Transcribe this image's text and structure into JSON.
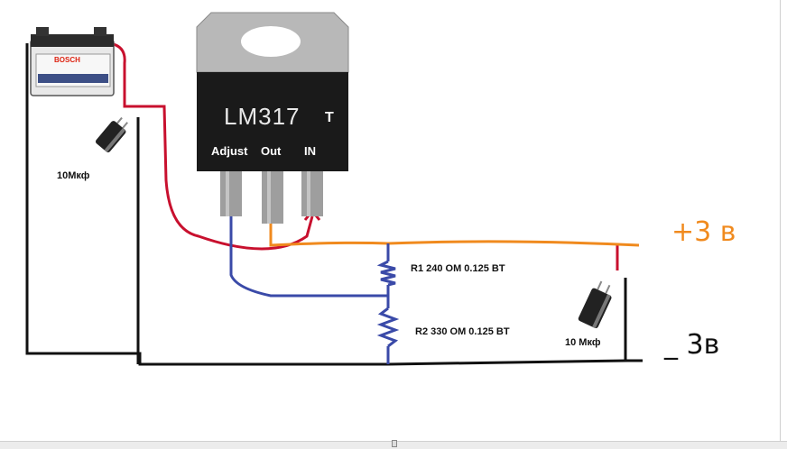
{
  "regulator": {
    "name": "LM317",
    "suffix": "T",
    "pins": [
      "Adjust",
      "Out",
      "IN"
    ]
  },
  "battery": {
    "brand": "BOSCH"
  },
  "capacitors": {
    "input": "10Мкф",
    "output": "10 Мкф"
  },
  "resistors": {
    "r1": "R1 240 OM 0.125 BT",
    "r2": "R2 330 OM  0.125 BT"
  },
  "terminals": {
    "plus": "+3 в",
    "minus": "_ 3в"
  },
  "colors": {
    "red_wire": "#c8102e",
    "orange_wire": "#f08a1e",
    "blue_wire": "#3a4aa8",
    "black_wire": "#111111",
    "chip_body": "#1a1a1a",
    "chip_tab": "#b8b8b8"
  }
}
